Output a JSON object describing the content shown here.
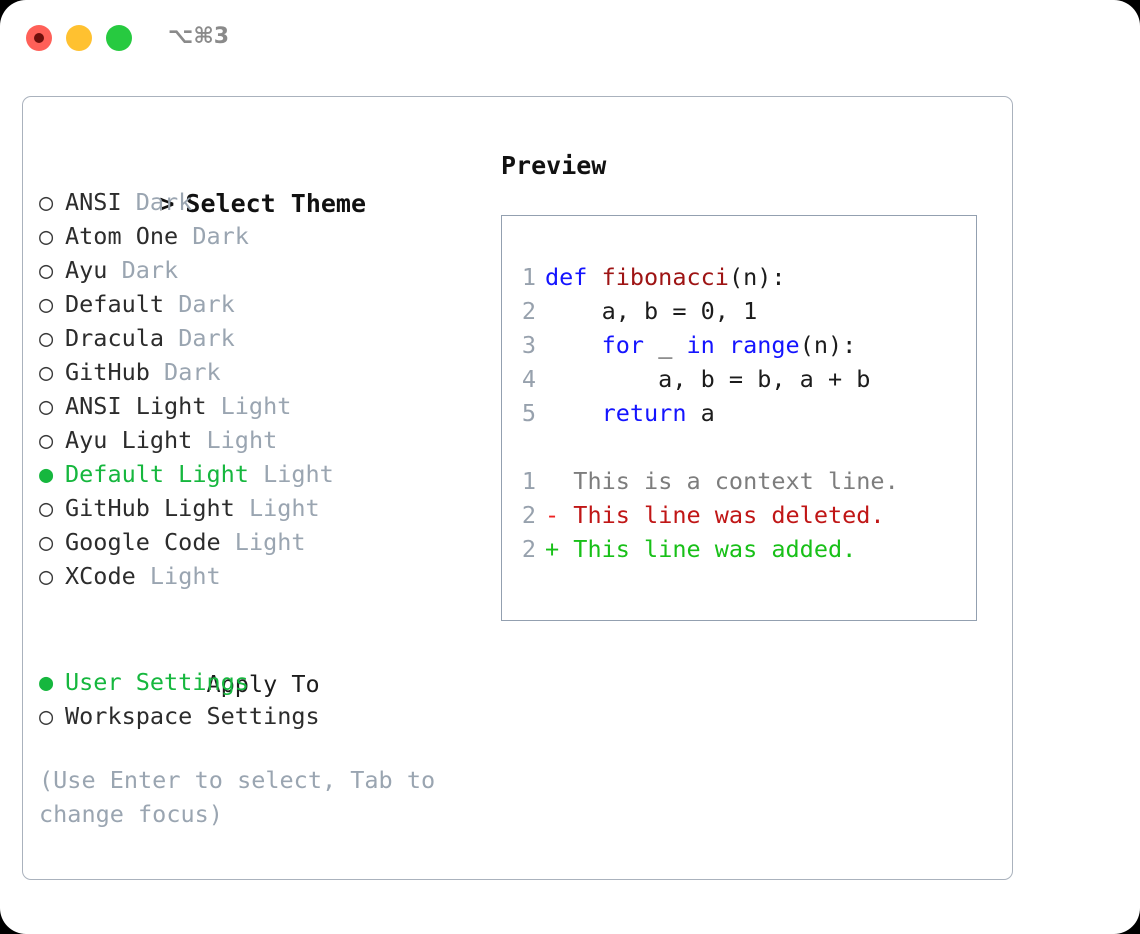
{
  "titlebar": {
    "shortcut": "⌥⌘3",
    "buttons": {
      "close": "close-window",
      "minimize": "minimize-window",
      "maximize": "maximize-window"
    }
  },
  "theme_panel": {
    "header_marker": ">",
    "header": "Select Theme",
    "items": [
      {
        "marker": "○",
        "name": "ANSI",
        "variant": "Dark",
        "selected": false
      },
      {
        "marker": "○",
        "name": "Atom One",
        "variant": "Dark",
        "selected": false
      },
      {
        "marker": "○",
        "name": "Ayu",
        "variant": "Dark",
        "selected": false
      },
      {
        "marker": "○",
        "name": "Default",
        "variant": "Dark",
        "selected": false
      },
      {
        "marker": "○",
        "name": "Dracula",
        "variant": "Dark",
        "selected": false
      },
      {
        "marker": "○",
        "name": "GitHub",
        "variant": "Dark",
        "selected": false
      },
      {
        "marker": "○",
        "name": "ANSI Light",
        "variant": "Light",
        "selected": false
      },
      {
        "marker": "○",
        "name": "Ayu Light",
        "variant": "Light",
        "selected": false
      },
      {
        "marker": "●",
        "name": "Default Light",
        "variant": "Light",
        "selected": true
      },
      {
        "marker": "○",
        "name": "GitHub Light",
        "variant": "Light",
        "selected": false
      },
      {
        "marker": "○",
        "name": "Google Code",
        "variant": "Light",
        "selected": false
      },
      {
        "marker": "○",
        "name": "XCode",
        "variant": "Light",
        "selected": false
      }
    ]
  },
  "apply_to": {
    "header_marker": " ",
    "header": "Apply To",
    "items": [
      {
        "marker": "●",
        "name": "User Settings",
        "selected": true
      },
      {
        "marker": "○",
        "name": "Workspace Settings",
        "selected": false
      }
    ]
  },
  "hint": "(Use Enter to select, Tab to change focus)",
  "preview": {
    "title": "Preview",
    "code_lines": [
      {
        "num": "1",
        "tokens": [
          {
            "t": "def ",
            "c": "kw"
          },
          {
            "t": "fibonacci",
            "c": "fn"
          },
          {
            "t": "(n):",
            "c": "plain"
          }
        ]
      },
      {
        "num": "2",
        "tokens": [
          {
            "t": "    a, b = 0, 1",
            "c": "plain"
          }
        ]
      },
      {
        "num": "3",
        "tokens": [
          {
            "t": "    ",
            "c": "plain"
          },
          {
            "t": "for",
            "c": "kw"
          },
          {
            "t": " _ ",
            "c": "plain"
          },
          {
            "t": "in",
            "c": "kw"
          },
          {
            "t": " ",
            "c": "plain"
          },
          {
            "t": "range",
            "c": "kw"
          },
          {
            "t": "(n):",
            "c": "plain"
          }
        ]
      },
      {
        "num": "4",
        "tokens": [
          {
            "t": "        a, b = b, a + b",
            "c": "plain"
          }
        ]
      },
      {
        "num": "5",
        "tokens": [
          {
            "t": "    ",
            "c": "plain"
          },
          {
            "t": "return",
            "c": "kw"
          },
          {
            "t": " a",
            "c": "plain"
          }
        ]
      }
    ],
    "diff_lines": [
      {
        "num": "1",
        "sign": " ",
        "text": " This is a context line.",
        "kind": "diff-ctx"
      },
      {
        "num": "2",
        "sign": "-",
        "text": " This line was deleted.",
        "kind": "diff-del"
      },
      {
        "num": "2",
        "sign": "+",
        "text": " This line was added.",
        "kind": "diff-add"
      }
    ]
  },
  "colors": {
    "accent_green": "#16b73e",
    "muted": "#9aa5b1",
    "keyword_blue": "#1414ff",
    "function_red": "#9e1414",
    "diff_added": "#18c018",
    "diff_deleted": "#c01616",
    "border": "#aab2bd",
    "traffic_close": "#ff6058",
    "traffic_minimize": "#ffc130",
    "traffic_maximize": "#27ca40"
  }
}
